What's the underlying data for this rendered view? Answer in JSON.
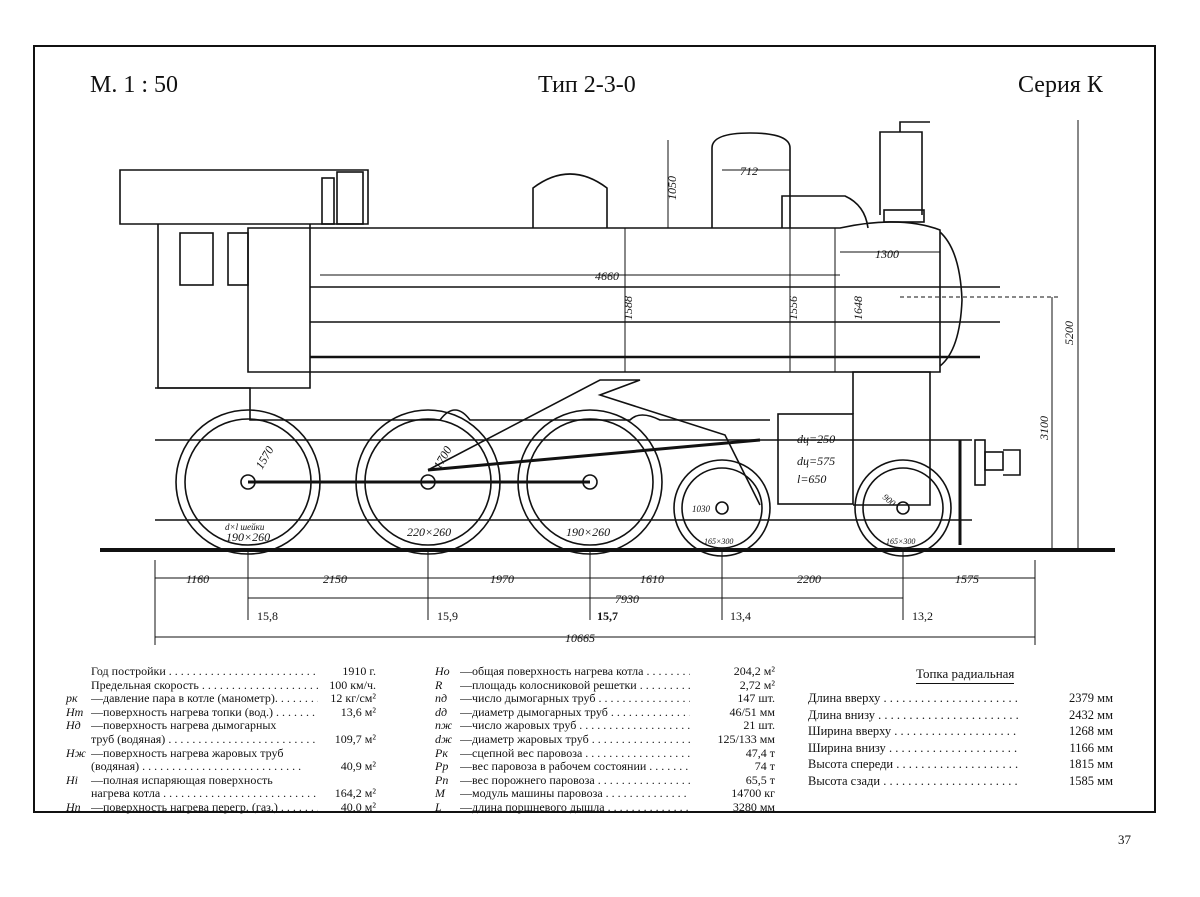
{
  "header": {
    "scale": "М. 1 : 50",
    "type": "Тип 2-3-0",
    "series": "Серия К"
  },
  "dimensions": {
    "vertical": [
      "1050",
      "1588",
      "1556",
      "1648",
      "5200",
      "3100"
    ],
    "horizontal_top": [
      "712",
      "1300",
      "4660"
    ],
    "wheels": [
      "1570",
      "1700",
      "1030",
      "900"
    ],
    "journals": [
      "190×260",
      "220×260",
      "190×260",
      "165×300",
      "165×300"
    ],
    "journal_note": "d×l шейки",
    "cylinder": [
      "dц=250",
      "dц=575",
      "l=650"
    ],
    "spacing": [
      "1160",
      "2150",
      "1970",
      "1610",
      "2200",
      "1575"
    ],
    "wheelbase": "7930",
    "total_length": "10665",
    "axle_loads": [
      "15,8",
      "15,9",
      "15,7",
      "13,4",
      "13,2"
    ]
  },
  "specs_left": [
    {
      "sym": "",
      "label": "Год постройки",
      "value": "1910 г."
    },
    {
      "sym": "",
      "label": "Предельная скорость",
      "value": "100 км/ч."
    },
    {
      "sym": "pк",
      "label": "—давление пара в котле (манометр).",
      "value": "12 кг/см²"
    },
    {
      "sym": "Hт",
      "label": "—поверхность нагрева топки (вод.) .",
      "value": "13,6 м²"
    },
    {
      "sym": "Hд",
      "label": "—поверхность нагрева дымогарных",
      "value": ""
    },
    {
      "sym": "",
      "label": "труб (водяная)",
      "value": "109,7 м²"
    },
    {
      "sym": "Hж",
      "label": "—поверхность нагрева жаровых труб",
      "value": ""
    },
    {
      "sym": "",
      "label": "(водяная)",
      "value": "40,9 м²"
    },
    {
      "sym": "Hi",
      "label": "—полная испаряющая поверхность",
      "value": ""
    },
    {
      "sym": "",
      "label": "нагрева котла",
      "value": "164,2 м²"
    },
    {
      "sym": "Hп",
      "label": "—поверхность нагрева перегр. (газ.)",
      "value": "40,0 м²"
    }
  ],
  "specs_mid": [
    {
      "sym": "Ho",
      "label": "—общая поверхность нагрева котла",
      "value": "204,2 м²"
    },
    {
      "sym": "R",
      "label": "—площадь колосниковой решетки",
      "value": "2,72 м²"
    },
    {
      "sym": "nд",
      "label": "—число дымогарных труб",
      "value": "147 шт."
    },
    {
      "sym": "dд",
      "label": "—диаметр дымогарных труб",
      "value": "46/51 мм"
    },
    {
      "sym": "nж",
      "label": "—число жаровых труб",
      "value": "21 шт."
    },
    {
      "sym": "dж",
      "label": "—диаметр жаровых труб",
      "value": "125/133 мм"
    },
    {
      "sym": "Pк",
      "label": "—сцепной вес паровоза",
      "value": "47,4 т"
    },
    {
      "sym": "Pр",
      "label": "—вес паровоза в рабочем состоянии",
      "value": "74 т"
    },
    {
      "sym": "Pп",
      "label": "—вес порожнего паровоза",
      "value": "65,5 т"
    },
    {
      "sym": "M",
      "label": "—модуль машины паровоза",
      "value": "14700 кг"
    },
    {
      "sym": "L",
      "label": "—длина поршневого дышла",
      "value": "3280 мм"
    }
  ],
  "firebox": {
    "title": "Топка радиальная",
    "rows": [
      {
        "label": "Длина вверху",
        "value": "2379 мм"
      },
      {
        "label": "Длина внизу",
        "value": "2432 мм"
      },
      {
        "label": "Ширина вверху",
        "value": "1268 мм"
      },
      {
        "label": "Ширина внизу",
        "value": "1166 мм"
      },
      {
        "label": "Высота спереди",
        "value": "1815 мм"
      },
      {
        "label": "Высота сзади",
        "value": "1585 мм"
      }
    ]
  },
  "page_number": "37"
}
